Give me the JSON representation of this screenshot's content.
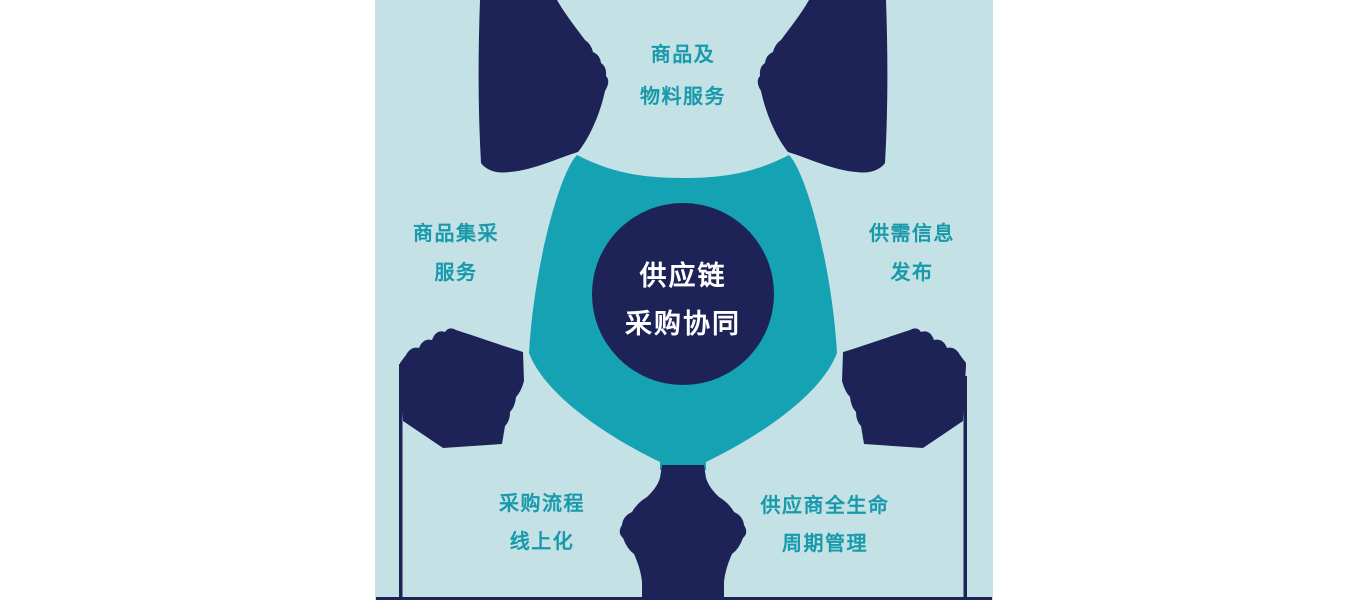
{
  "colors": {
    "page-bg": "#ffffff",
    "panel-bg": "#c4e1e6",
    "teal": "#15a3b4",
    "navy": "#1d2357",
    "label-text": "#189aab",
    "center-text": "#ffffff"
  },
  "diagram": {
    "center": {
      "line1": "供应链",
      "line2": "采购协同"
    },
    "labels": {
      "top": {
        "line1": "商品及",
        "line2": "物料服务"
      },
      "left": {
        "line1": "商品集采",
        "line2": "服务"
      },
      "right": {
        "line1": "供需信息",
        "line2": "发布"
      },
      "bottom_left": {
        "line1": "采购流程",
        "line2": "线上化"
      },
      "bottom_right": {
        "line1": "供应商全生命",
        "line2": "周期管理"
      }
    },
    "icons": {
      "top_left": "fist-hand-icon",
      "top_right": "fist-hand-icon",
      "left": "fist-hand-icon",
      "right": "fist-hand-icon",
      "bottom": "fist-hand-icon"
    }
  }
}
